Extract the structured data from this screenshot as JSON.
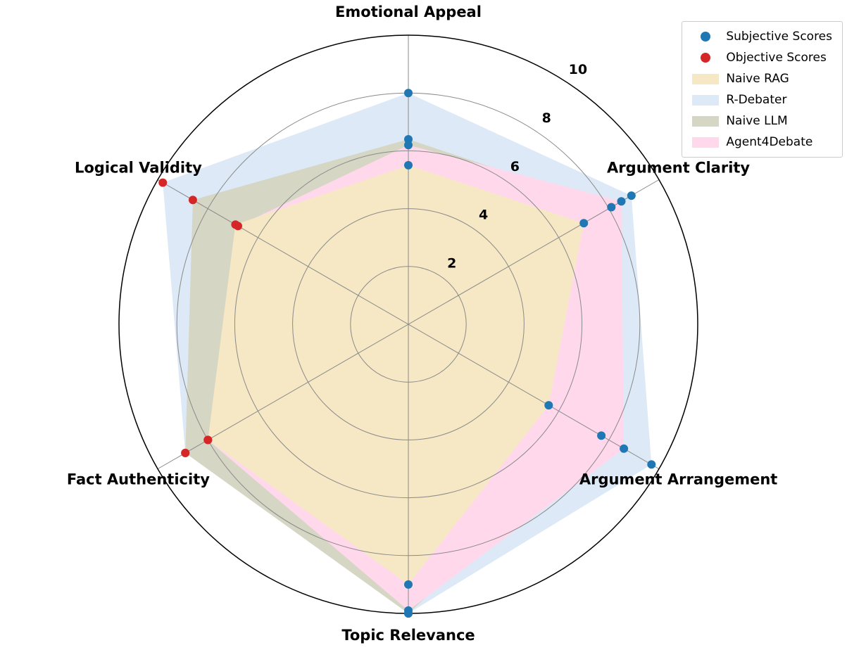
{
  "chart_data": {
    "type": "radar",
    "title": "",
    "categories": [
      "Emotional Appeal",
      "Argument Clarity",
      "Argument Arrangement",
      "Topic Relevance",
      "Fact Authenticity",
      "Logical Validity"
    ],
    "axis_score_type": [
      "subjective",
      "subjective",
      "subjective",
      "subjective",
      "objective",
      "objective"
    ],
    "rlim": [
      0,
      10
    ],
    "rticks": [
      2,
      4,
      6,
      8,
      10
    ],
    "rtick_labels": [
      "2",
      "4",
      "6",
      "8",
      "10"
    ],
    "grid": true,
    "legend_position": "top-right",
    "marker_colors": {
      "subjective": "#1f77b4",
      "objective": "#d62728"
    },
    "series": [
      {
        "name": "Naive RAG",
        "fill": "#f6e8c5",
        "values": [
          5.5,
          7.0,
          5.6,
          9.0,
          8.0,
          6.9
        ]
      },
      {
        "name": "R-Debater",
        "fill": "#dde9f6",
        "values": [
          8.0,
          8.9,
          9.7,
          10.0,
          8.9,
          9.8
        ]
      },
      {
        "name": "Naive LLM",
        "fill": "#d6d6c5",
        "values": [
          6.4,
          8.1,
          7.7,
          10.0,
          8.9,
          8.6
        ]
      },
      {
        "name": "Agent4Debate",
        "fill": "#ffd8ec",
        "values": [
          6.2,
          8.5,
          8.6,
          9.9,
          8.0,
          6.8
        ]
      }
    ],
    "draw_order": [
      "R-Debater",
      "Naive LLM",
      "Agent4Debate",
      "Naive RAG"
    ]
  },
  "legend": {
    "items": [
      {
        "label": "Subjective Scores",
        "marker": "dot",
        "color": "#1f77b4"
      },
      {
        "label": "Objective Scores",
        "marker": "dot",
        "color": "#d62728"
      },
      {
        "label": "Naive RAG",
        "marker": "patch",
        "color": "#f6e8c5"
      },
      {
        "label": "R-Debater",
        "marker": "patch",
        "color": "#dde9f6"
      },
      {
        "label": "Naive LLM",
        "marker": "patch",
        "color": "#d6d6c5"
      },
      {
        "label": "Agent4Debate",
        "marker": "patch",
        "color": "#ffd8ec"
      }
    ]
  }
}
